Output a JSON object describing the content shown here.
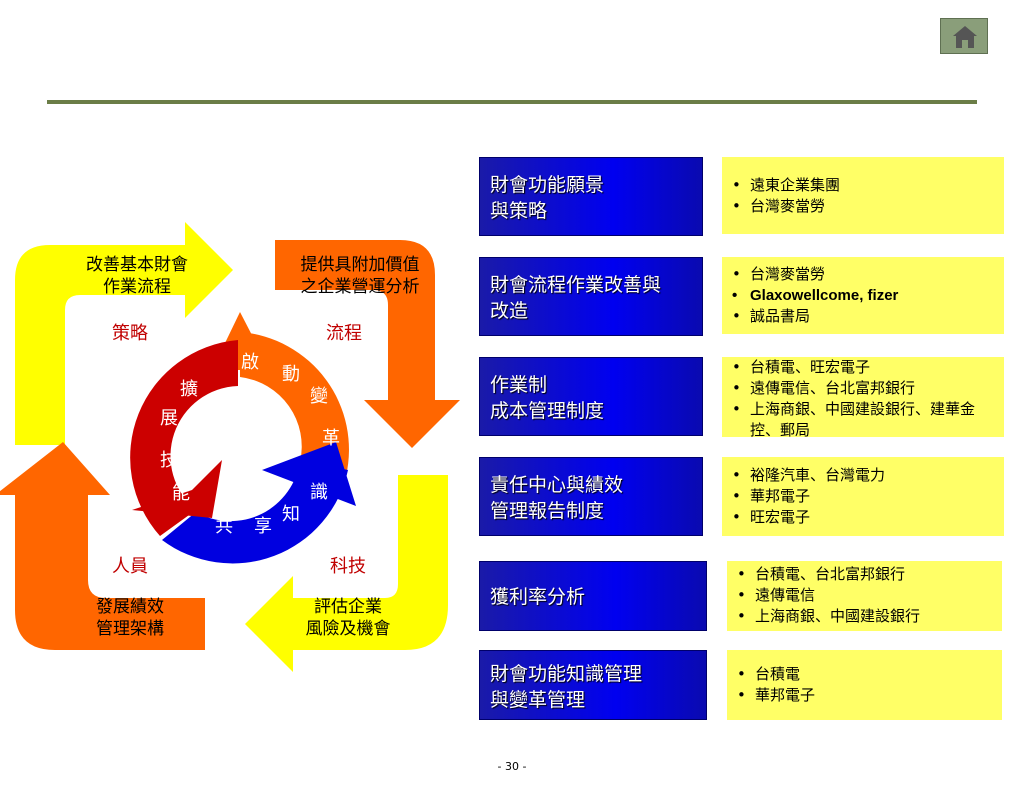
{
  "diagram": {
    "corners": {
      "top_left": [
        "改善基本財會",
        "作業流程"
      ],
      "top_right": [
        "提供具附加價值",
        "之企業營運分析"
      ],
      "bottom_left": [
        "發展績效",
        "管理架構"
      ],
      "bottom_right": [
        "評估企業",
        "風險及機會"
      ]
    },
    "labels": {
      "strategy": "策略",
      "process": "流程",
      "people": "人員",
      "technology": "科技"
    },
    "cycle": {
      "initiate": [
        "啟",
        "動"
      ],
      "change": [
        "變",
        "革"
      ],
      "knowledge": [
        "識",
        "知"
      ],
      "share": [
        "享",
        "共"
      ],
      "capability": [
        "能",
        "技"
      ],
      "expand": [
        "展",
        "擴"
      ]
    }
  },
  "rows": [
    {
      "title": [
        "財會功能願景",
        "與策略"
      ],
      "items": [
        "遠東企業集團",
        "台灣麥當勞"
      ]
    },
    {
      "title": [
        "財會流程作業改善與",
        "改造"
      ],
      "items": [
        "台灣麥當勞",
        "Glaxowellcome, fizer",
        "誠品書局"
      ]
    },
    {
      "title": [
        "作業制",
        "成本管理制度"
      ],
      "items": [
        "台積電、旺宏電子",
        "遠傳電信、台北富邦銀行",
        "上海商銀、中國建設銀行、建華金控、郵局"
      ]
    },
    {
      "title": [
        "責任中心與績效",
        "管理報告制度"
      ],
      "items": [
        "裕隆汽車、台灣電力",
        "華邦電子",
        "旺宏電子"
      ]
    },
    {
      "title": [
        "獲利率分析"
      ],
      "items": [
        "台積電、台北富邦銀行",
        "遠傳電信",
        "上海商銀、中國建設銀行"
      ]
    },
    {
      "title": [
        "財會功能知識管理",
        "與變革管理"
      ],
      "items": [
        "台積電",
        "華邦電子"
      ]
    }
  ],
  "page_number": "- 30 -",
  "colors": {
    "yellow": "#ffff00",
    "orange": "#ff6600",
    "red": "#cc0000",
    "blue": "#0000e0",
    "box_blue": "#0000f0",
    "box_yellow": "#ffff66"
  },
  "icons": {
    "home": "home-icon"
  }
}
